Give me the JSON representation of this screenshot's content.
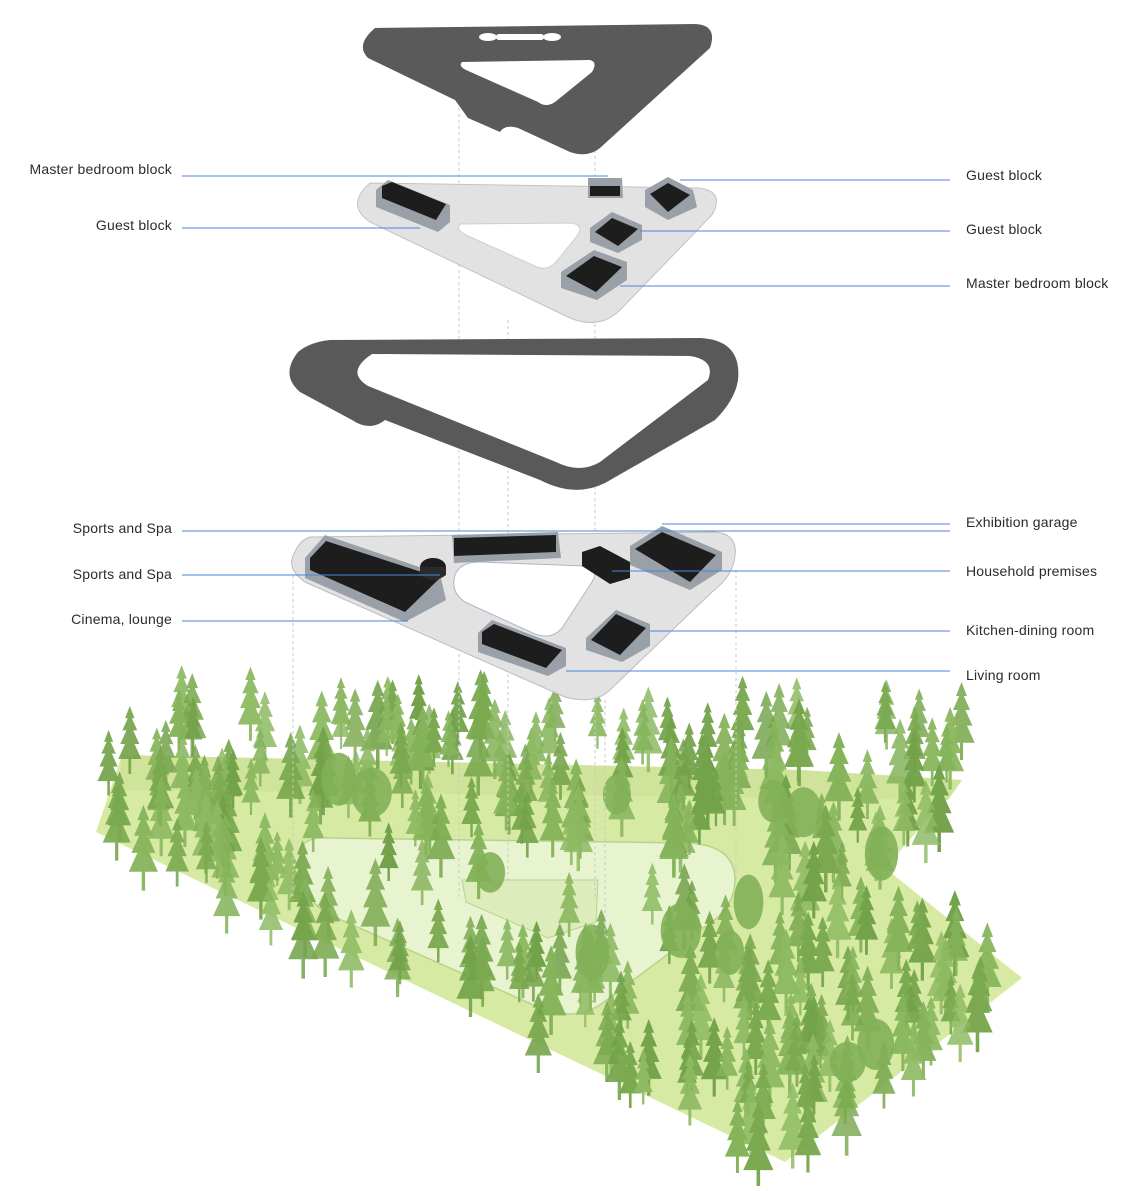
{
  "labels_left": [
    {
      "id": "upper-master-bedroom-block",
      "text": "Master bedroom block"
    },
    {
      "id": "upper-guest-block-left",
      "text": "Guest block"
    },
    {
      "id": "lower-sports-and-spa-1",
      "text": "Sports and Spa"
    },
    {
      "id": "lower-sports-and-spa-2",
      "text": "Sports and Spa"
    },
    {
      "id": "lower-cinema-lounge",
      "text": "Cinema, lounge"
    }
  ],
  "labels_right": [
    {
      "id": "upper-guest-block-right-1",
      "text": "Guest block"
    },
    {
      "id": "upper-guest-block-right-2",
      "text": "Guest block"
    },
    {
      "id": "upper-master-bedroom-block-right",
      "text": "Master bedroom block"
    },
    {
      "id": "lower-exhibition-garage",
      "text": "Exhibition garage"
    },
    {
      "id": "lower-household-premises",
      "text": "Household premises"
    },
    {
      "id": "lower-kitchen-dining-room",
      "text": "Kitchen-dining room"
    },
    {
      "id": "lower-living-room",
      "text": "Living room"
    }
  ],
  "colors": {
    "roof": "#555555",
    "slab": "#e3e3e3",
    "block": "#1e1e1e",
    "block-wall": "#9a9fa8",
    "leader": "#4a86d8",
    "ground": "#d8eba6",
    "tree": "#7fae52"
  }
}
